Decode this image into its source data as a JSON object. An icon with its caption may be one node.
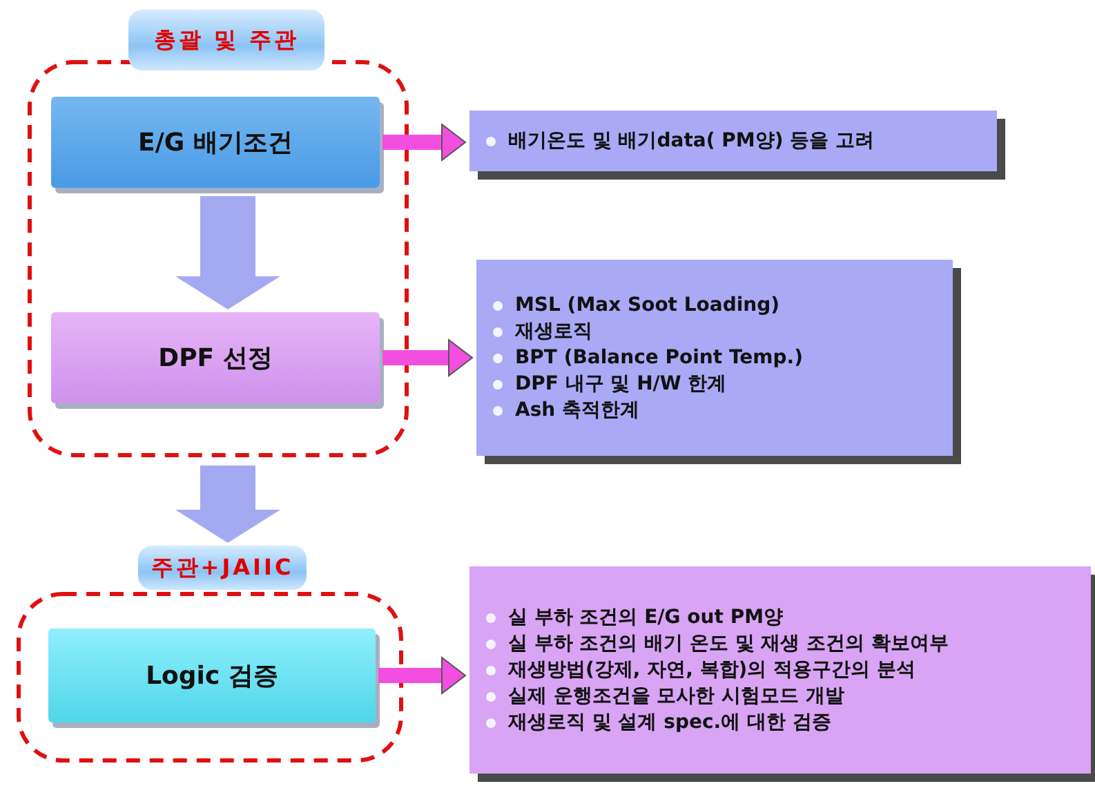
{
  "diagram": {
    "nodes": [
      {
        "text": [
          "총괄 및 주관"
        ]
      },
      {
        "text": [
          "E/G 배기조건"
        ],
        "in": 0
      },
      {
        "text": [
          "DPF 선정"
        ],
        "in": 0
      },
      {
        "text": [
          "배기온도 및 배기data( PM양) 등을 고려"
        ]
      },
      {
        "text": [
          "MSL (Max Soot Loading)",
          "재생로직",
          "BPT (Balance Point Temp.)",
          "DPF 내구 및 H/W 한계",
          "Ash 축적한계"
        ]
      },
      {
        "text": [
          "주관+JAIIC"
        ]
      },
      {
        "text": [
          "Logic 검증"
        ],
        "in": 5
      },
      {
        "text": [
          "실 부하 조건의 E/G out PM양",
          "실 부하 조건의 배기 온도 및 재생 조건의 확보여부",
          "재생방법(강제, 자연, 복합)의 적용구간의 분석",
          "실제 운행조건을 모사한 시험모드 개발",
          "재생로직 및 설계 spec.에 대한 검증"
        ]
      }
    ],
    "edges": [
      {
        "from": 1,
        "to": 3,
        "arrow": "to"
      },
      {
        "from": 1,
        "to": 2,
        "arrow": "to",
        "style": "thick",
        "color": "#a4aaf2"
      },
      {
        "from": 2,
        "to": 4,
        "arrow": "to"
      },
      {
        "from": 0,
        "to": 5,
        "arrow": "to",
        "style": "thick",
        "color": "#a4aaf2"
      },
      {
        "from": 6,
        "to": 7,
        "arrow": "to"
      }
    ]
  }
}
